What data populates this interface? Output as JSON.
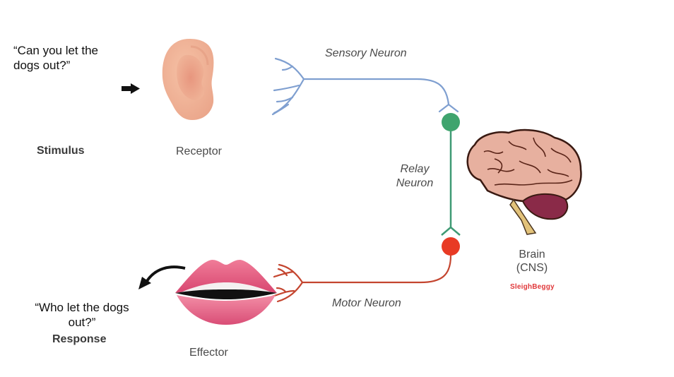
{
  "title": "Reflex pathway: stimulus to response",
  "stimulus": {
    "quote": "“Can you let the dogs out?”",
    "label": "Stimulus"
  },
  "receptor": {
    "label": "Receptor",
    "icon": "ear-icon"
  },
  "sensory_neuron": {
    "label": "Sensory Neuron",
    "color": "#7f9fd0"
  },
  "relay_neuron": {
    "label_line1": "Relay",
    "label_line2": "Neuron",
    "color": "#3f9a74",
    "soma_color": "#3fa46e"
  },
  "brain": {
    "label_line1": "Brain",
    "label_line2": "(CNS)",
    "watermark": "SleighBeggy",
    "icon": "brain-icon"
  },
  "motor_neuron": {
    "label": "Motor Neuron",
    "color": "#c4452f",
    "soma_color": "#e83a24"
  },
  "effector": {
    "label": "Effector",
    "icon": "lips-icon"
  },
  "response": {
    "quote_line1": "“Who let the dogs",
    "quote_line2": "out?”",
    "label": "Response"
  }
}
